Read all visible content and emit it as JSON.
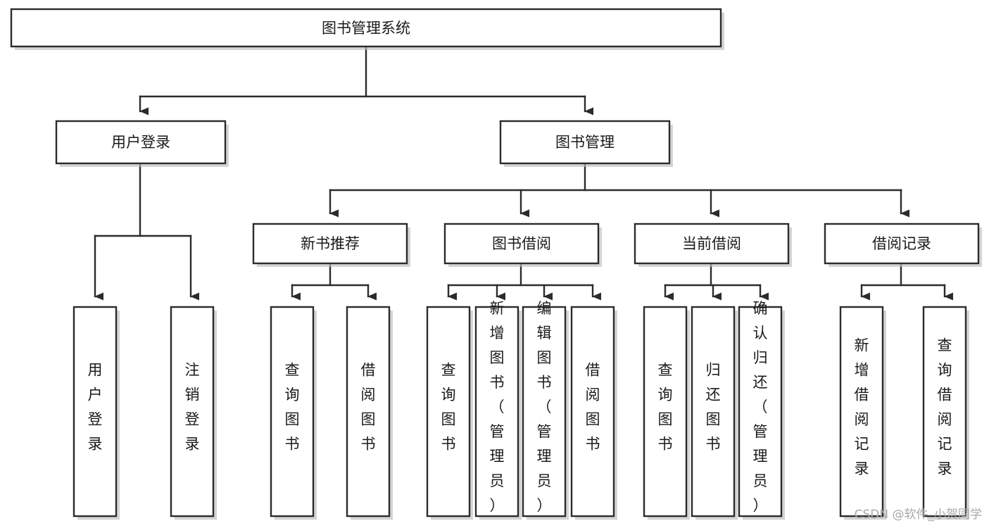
{
  "diagram": {
    "title": "图书管理系统",
    "type": "tree",
    "orientation": "top-down",
    "colors": {
      "box_fill": "#ffffff",
      "box_stroke": "#2b2b2b",
      "connector": "#2b2b2b",
      "text": "#1a1a1a",
      "watermark": "#a8a8a8",
      "background": "#ffffff"
    }
  },
  "nodes": {
    "root": {
      "label": "图书管理系统",
      "level": 1,
      "text_direction": "horizontal"
    },
    "level2": [
      {
        "id": "user-login",
        "label": "用户登录",
        "text_direction": "horizontal"
      },
      {
        "id": "book-management",
        "label": "图书管理",
        "text_direction": "horizontal"
      }
    ],
    "level3": [
      {
        "id": "new-book-recommend",
        "label": "新书推荐",
        "text_direction": "horizontal"
      },
      {
        "id": "book-borrow",
        "label": "图书借阅",
        "text_direction": "horizontal"
      },
      {
        "id": "current-borrow",
        "label": "当前借阅",
        "text_direction": "horizontal"
      },
      {
        "id": "borrow-record",
        "label": "借阅记录",
        "text_direction": "horizontal"
      }
    ],
    "leaves": {
      "user-login": [
        {
          "id": "leaf-user-login",
          "label": "用户登录",
          "text_direction": "vertical"
        },
        {
          "id": "leaf-logout-login",
          "label": "注销登录",
          "text_direction": "vertical"
        }
      ],
      "new-book-recommend": [
        {
          "id": "leaf-query-book-1",
          "label": "查询图书",
          "text_direction": "vertical"
        },
        {
          "id": "leaf-borrow-book-1",
          "label": "借阅图书",
          "text_direction": "vertical"
        }
      ],
      "book-borrow": [
        {
          "id": "leaf-query-book-2",
          "label": "查询图书",
          "text_direction": "vertical"
        },
        {
          "id": "leaf-add-book",
          "label": "新增图书（管理员）",
          "text_direction": "vertical"
        },
        {
          "id": "leaf-edit-book",
          "label": "编辑图书（管理员）",
          "text_direction": "vertical"
        },
        {
          "id": "leaf-borrow-book-2",
          "label": "借阅图书",
          "text_direction": "vertical"
        }
      ],
      "current-borrow": [
        {
          "id": "leaf-query-book-3",
          "label": "查询图书",
          "text_direction": "vertical"
        },
        {
          "id": "leaf-return-book",
          "label": "归还图书",
          "text_direction": "vertical"
        },
        {
          "id": "leaf-confirm-return",
          "label": "确认归还（管理员）",
          "text_direction": "vertical"
        }
      ],
      "borrow-record": [
        {
          "id": "leaf-add-record",
          "label": "新增借阅记录",
          "text_direction": "vertical"
        },
        {
          "id": "leaf-query-record",
          "label": "查询借阅记录",
          "text_direction": "vertical"
        }
      ]
    }
  },
  "watermark": {
    "text": "CSDN @软件_小贺同学"
  }
}
